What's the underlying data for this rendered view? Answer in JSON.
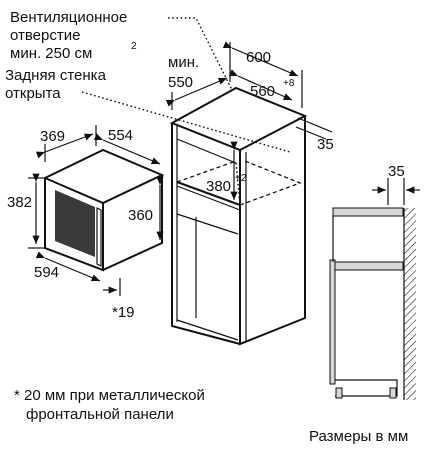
{
  "labels": {
    "vent_line1": "Вентиляционное",
    "vent_line2": "отверстие",
    "vent_line3": "мин. 250 см",
    "vent_sup": "2",
    "rear_line1": "Задняя стенка",
    "rear_line2": "открыта",
    "min_label": "мин.",
    "footnote_line1": "* 20 мм при металлической",
    "footnote_line2": "фронтальной панели",
    "units_note": "Размеры в мм"
  },
  "dimensions": {
    "appliance_depth": "369",
    "appliance_width_top": "554",
    "appliance_height": "382",
    "appliance_inner_height": "360",
    "appliance_width_bottom": "594",
    "front_offset": "*19",
    "cabinet_depth_min": "550",
    "cabinet_width": "600",
    "niche_width": "560",
    "niche_width_tol": "+8",
    "side_gap": "35",
    "niche_height": "380",
    "niche_height_tol": "+2",
    "detail_gap": "35"
  },
  "colors": {
    "line": "#111111",
    "panel_shade": "#d7d7d7",
    "panel_dark": "#3a3a3a",
    "background": "#ffffff"
  }
}
